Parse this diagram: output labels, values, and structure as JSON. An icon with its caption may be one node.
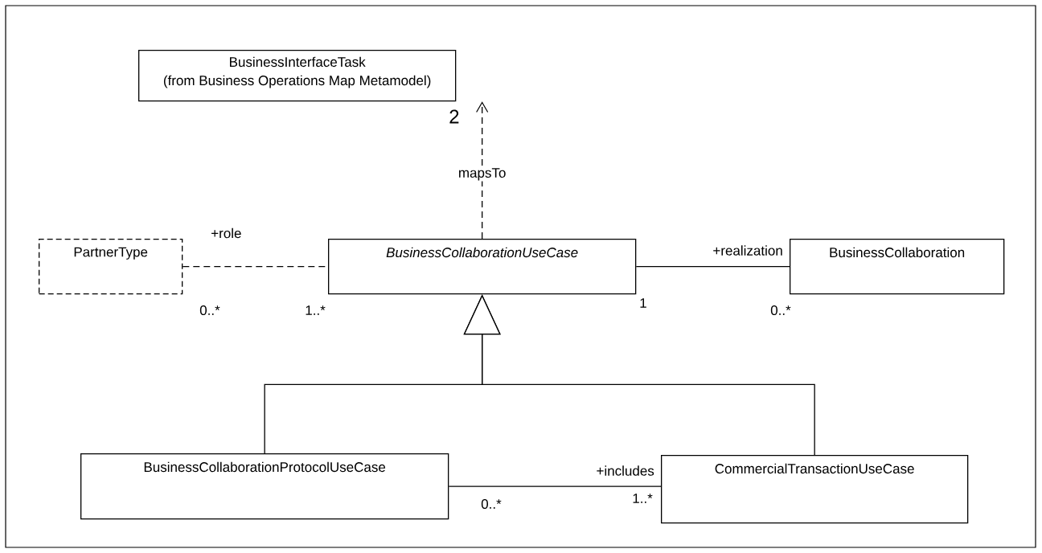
{
  "diagram": {
    "nodes": [
      {
        "text": [
          "BusinessInterfaceTask",
          "(from Business Operations Map Metamodel)"
        ]
      },
      {
        "text": [
          "PartnerType"
        ]
      },
      {
        "text": [
          "BusinessCollaborationUseCase"
        ]
      },
      {
        "text": [
          "BusinessCollaboration"
        ]
      },
      {
        "text": [
          "BusinessCollaborationProtocolUseCase"
        ]
      },
      {
        "text": [
          "CommercialTransactionUseCase"
        ]
      }
    ],
    "edges": [
      {
        "from": 2,
        "to": 0,
        "arrow": "to",
        "style": "dashed",
        "label": "mapsTo"
      },
      {
        "from": 1,
        "to": 2,
        "arrow": "none",
        "style": "dashed"
      },
      {
        "from": 2,
        "to": 3,
        "arrow": "none"
      },
      {
        "from": 4,
        "to": 2,
        "arrow": "to"
      },
      {
        "from": 5,
        "to": 2,
        "arrow": "to"
      },
      {
        "from": 4,
        "to": 5,
        "arrow": "none"
      }
    ],
    "labels": [
      "2",
      "+role",
      "+realization",
      "0..*",
      "1..*",
      "1",
      "0..*",
      "+includes",
      "0..*",
      "1..*"
    ]
  }
}
